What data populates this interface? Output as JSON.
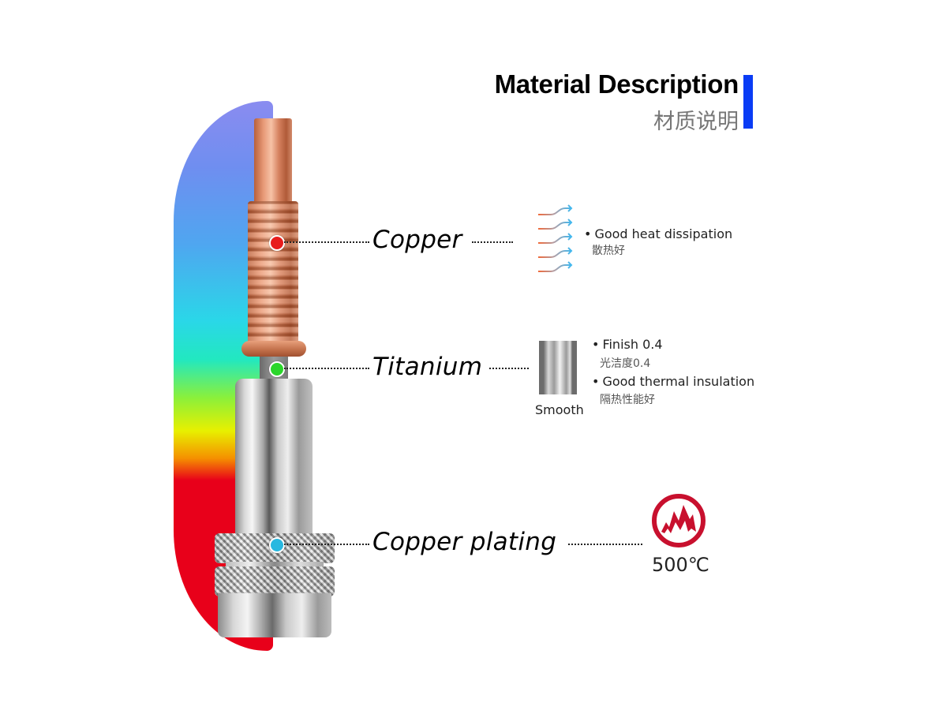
{
  "header": {
    "title": "Material Description",
    "subtitle": "材质说明",
    "accent_color": "#0a3cf5"
  },
  "materials": [
    {
      "label": "Copper",
      "marker_color": "#e81c1c",
      "icon": "heat-dissipation-arrows-icon",
      "features": [
        {
          "en": "Good heat dissipation",
          "cn": "散热好"
        }
      ]
    },
    {
      "label": "Titanium",
      "marker_color": "#2ad62a",
      "icon": "smooth-surface-swatch",
      "icon_caption": "Smooth",
      "features": [
        {
          "en": "Finish 0.4",
          "cn": "光洁度0.4"
        },
        {
          "en": "Good thermal insulation",
          "cn": "隔热性能好"
        }
      ]
    },
    {
      "label": "Copper plating",
      "marker_color": "#28b8e0",
      "icon": "flame-icon",
      "icon_color": "#c8102e",
      "temperature": "500℃"
    }
  ],
  "bullet": "•"
}
